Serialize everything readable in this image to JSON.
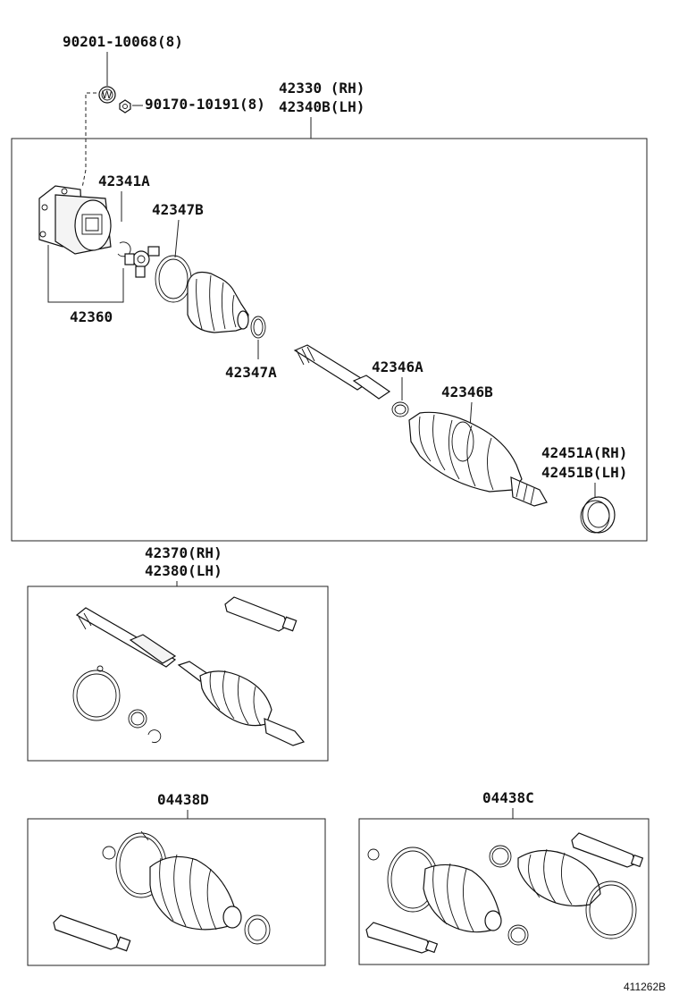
{
  "labels": {
    "bolt": "90201-10068(8)",
    "washer_mark": "W",
    "nut": "90170-10191(8)",
    "shaft_rh": "42330 (RH)",
    "shaft_lh": "42340B(LH)",
    "inboard_joint": "42341A",
    "inboard_boot": "42347B",
    "tulip_housing": "42360",
    "inboard_clamp": "42347A",
    "outboard_clamp": "42346A",
    "outboard_boot": "42346B",
    "seal_rh": "42451A(RH)",
    "seal_lh": "42451B(LH)",
    "outboard_shaft_rh": "42370(RH)",
    "outboard_shaft_lh": "42380(LH)",
    "boot_kit_d": "04438D",
    "boot_kit_c": "04438C",
    "diagram_code": "411262B"
  }
}
